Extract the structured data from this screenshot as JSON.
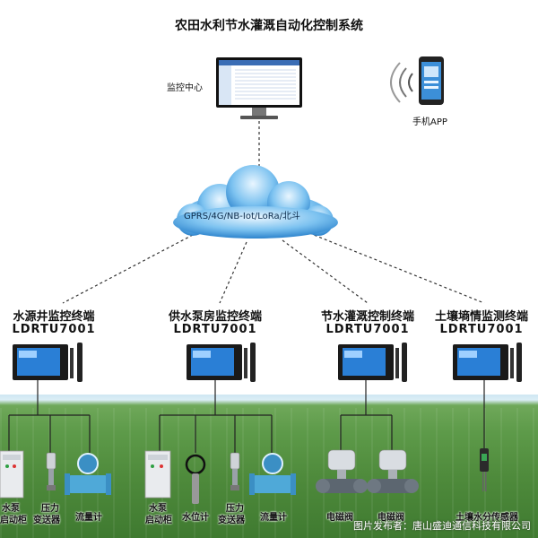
{
  "title": "农田水利节水灌溉自动化控制系统",
  "monitor_center": "监控中心",
  "mobile_app": "手机APP",
  "network": "GPRS/4G/NB-Iot/LoRa/北斗",
  "terminals": [
    {
      "name": "水源井监控终端",
      "model": "LDRTU7001"
    },
    {
      "name": "供水泵房监控终端",
      "model": "LDRTU7001"
    },
    {
      "name": "节水灌溉控制终端",
      "model": "LDRTU7001"
    },
    {
      "name": "土壤墒情监测终端",
      "model": "LDRTU7001"
    }
  ],
  "devices": {
    "pump_cabinet_1": [
      "水泵",
      "启动柜"
    ],
    "pressure_1": [
      "压力",
      "变送器"
    ],
    "flowmeter_1": "流量计",
    "pump_cabinet_2": [
      "水泵",
      "启动柜"
    ],
    "level_gauge": "水位计",
    "pressure_2": [
      "压力",
      "变送器"
    ],
    "flowmeter_2": "流量计",
    "solenoid_1": "电磁阀",
    "solenoid_2": "电磁阀",
    "soil_sensor": "土壤水分传感器"
  },
  "watermark": "图片发布者：唐山盛迪通信科技有限公司",
  "colors": {
    "cloud": "#2f8fd8",
    "line": "#333333",
    "field": "#5e9b4a"
  }
}
